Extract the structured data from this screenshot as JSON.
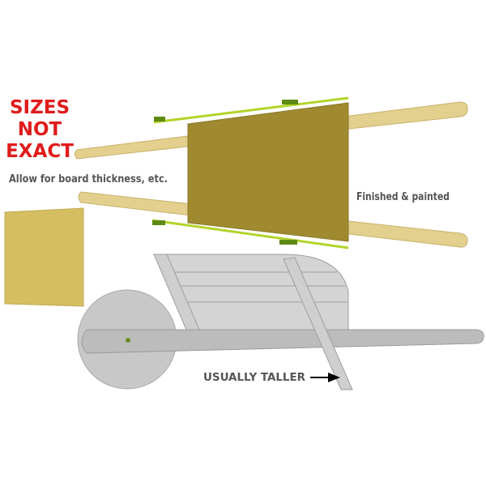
{
  "warning": {
    "line1": "SIZES",
    "line2": "NOT",
    "line3": "EXACT",
    "color": "#e01b1b"
  },
  "notes": {
    "board_thickness": "Allow for board thickness, etc.",
    "finished": "Finished & painted",
    "usually_taller": "USUALLY TALLER"
  },
  "colors": {
    "handle_wood": "#e3d08f",
    "tray_olive": "#a08a30",
    "side_rail_green": "#b2d42a",
    "bracket_dark_green": "#5e8a14",
    "end_board_tan": "#d5bd62",
    "finished_gray": "#c8c8c8",
    "axle_dot": "#6b8e23"
  }
}
